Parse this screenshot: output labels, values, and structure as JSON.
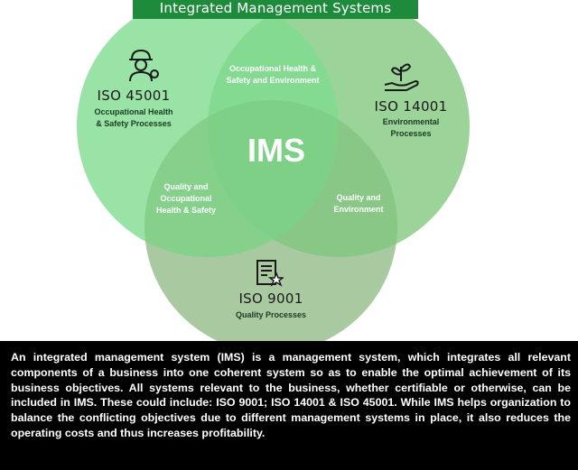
{
  "header": {
    "title": "Integrated Management Systems"
  },
  "center": {
    "label": "IMS"
  },
  "circles": {
    "left": {
      "standard": "ISO 45001",
      "description_line1": "Occupational Health",
      "description_line2": "& Safety Processes",
      "color": "#7fd98e",
      "icon": "worker-icon"
    },
    "right": {
      "standard": "ISO 14001",
      "description_line1": "Environmental",
      "description_line2": "Processes",
      "color": "#8ccf8a",
      "icon": "plant-hand-icon"
    },
    "bottom": {
      "standard": "ISO 9001",
      "description": "Quality Processes",
      "color": "#b7ceaa",
      "icon": "document-icon"
    }
  },
  "overlaps": {
    "left_right": {
      "line1": "Occupational Health &",
      "line2": "Safety and Environment"
    },
    "left_bottom": {
      "line1": "Quality and",
      "line2": "Occupational",
      "line3": "Health & Safety"
    },
    "right_bottom": {
      "line1": "Quality and",
      "line2": "Environment"
    }
  },
  "description": {
    "text": "An integrated management system (IMS) is a management system, which integrates all relevant components of a business into one coherent system so as to enable the optimal achievement of its business objectives. All systems relevant to the business, whether certifiable or otherwise, can be included in IMS. These could include: ISO 9001; ISO 14001 & ISO 45001. While IMS helps organization to balance the conflicting objectives due to different management systems in place, it also reduces the operating costs and thus increases profitability."
  }
}
